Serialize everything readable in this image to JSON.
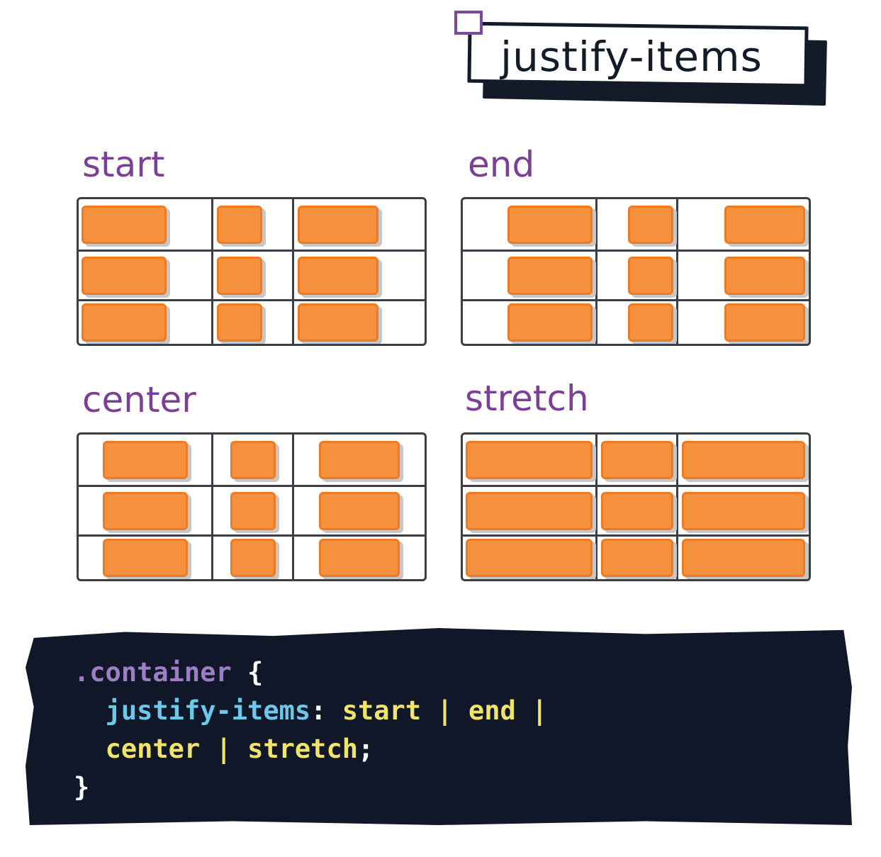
{
  "title": "justify-items",
  "panels": [
    {
      "label": "start",
      "mode": "start"
    },
    {
      "label": "end",
      "mode": "end"
    },
    {
      "label": "center",
      "mode": "center"
    },
    {
      "label": "stretch",
      "mode": "stretch"
    }
  ],
  "code": {
    "selector": ".container",
    "open_brace": "{",
    "property": "justify-items",
    "colon": ":",
    "values": [
      "start",
      "end",
      "center",
      "stretch"
    ],
    "separator": "|",
    "terminator": ";",
    "close_brace": "}"
  },
  "colors": {
    "item_fill": "#f5913e",
    "item_border": "#ee7a22",
    "label": "#7c3f96",
    "code_bg": "#0f1729",
    "code_selector": "#9d7ec4",
    "code_property": "#6cc9ea",
    "code_value": "#f2e36a"
  }
}
